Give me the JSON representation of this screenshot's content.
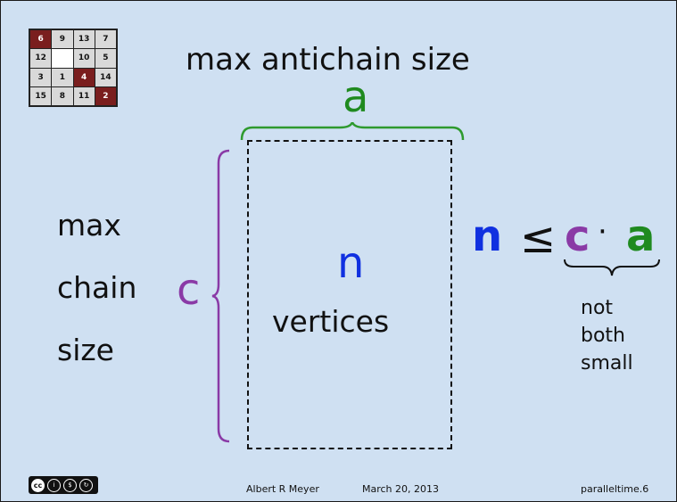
{
  "puzzle": {
    "tiles": [
      {
        "label": "6",
        "dark": true
      },
      {
        "label": "9",
        "dark": false
      },
      {
        "label": "13",
        "dark": false
      },
      {
        "label": "7",
        "dark": false
      },
      {
        "label": "12",
        "dark": false
      },
      {
        "label": "",
        "dark": false,
        "blank": true
      },
      {
        "label": "10",
        "dark": false
      },
      {
        "label": "5",
        "dark": false
      },
      {
        "label": "3",
        "dark": false
      },
      {
        "label": "1",
        "dark": false
      },
      {
        "label": "4",
        "dark": true
      },
      {
        "label": "14",
        "dark": false
      },
      {
        "label": "15",
        "dark": false
      },
      {
        "label": "8",
        "dark": false
      },
      {
        "label": "11",
        "dark": false
      },
      {
        "label": "2",
        "dark": true
      }
    ]
  },
  "slide": {
    "title": "max antichain size",
    "a_symbol": "a",
    "chain_label": [
      "max",
      "chain",
      "size"
    ],
    "c_symbol": "c",
    "n_symbol": "n",
    "vertices_label": "vertices",
    "formula": {
      "n": "n",
      "leq": "≤",
      "c": "c",
      "dot": "·",
      "a": "a"
    },
    "note": [
      "not",
      "both",
      "small"
    ]
  },
  "colors": {
    "background": "#cfe0f2",
    "green": "#1f8a1f",
    "purple": "#8a3aa6",
    "blue": "#1030e0",
    "brace_green": "#2e9a2e",
    "brace_purple": "#8a3aa6"
  },
  "footer": {
    "author": "Albert R Meyer",
    "date": "March 20, 2013",
    "slide_id": "paralleltime.6"
  },
  "license_badge": {
    "text": "BY NC SA"
  }
}
